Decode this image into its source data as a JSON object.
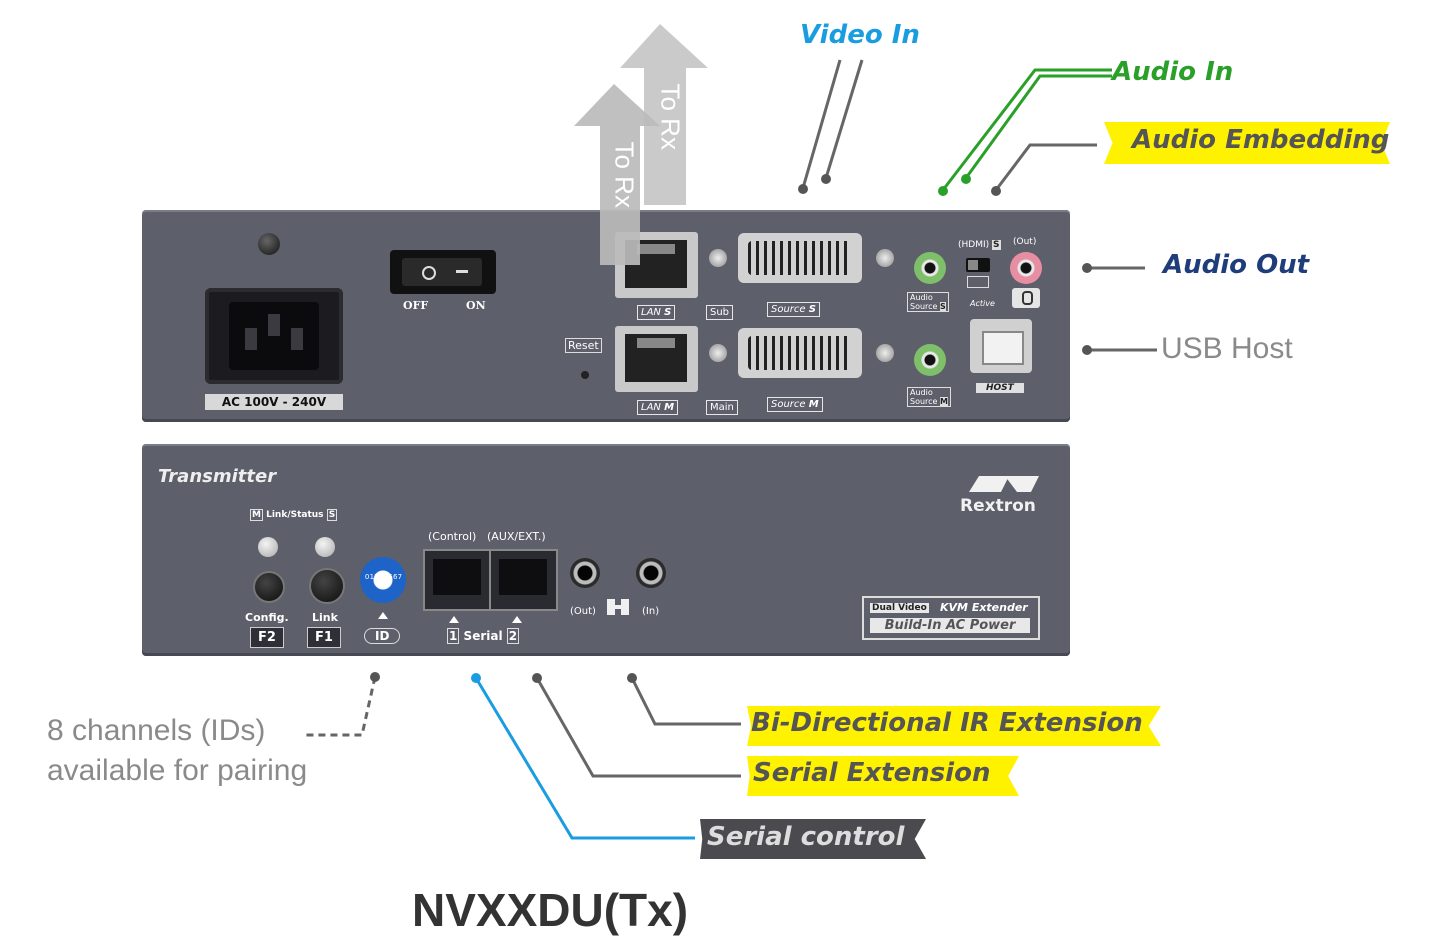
{
  "arrows": {
    "label_1": "To Rx",
    "label_2": "To Rx"
  },
  "rear_panel": {
    "power_switch": {
      "off": "OFF",
      "on": "ON"
    },
    "power_rating": "AC 100V - 240V",
    "reset_label": "Reset",
    "lan_s": "LAN",
    "lan_s_tag": "S",
    "sub_label": "Sub",
    "source_s": "Source",
    "source_s_tag": "S",
    "lan_m": "LAN",
    "lan_m_tag": "M",
    "main_label": "Main",
    "source_m": "Source",
    "source_m_tag": "M",
    "hdmi_label": "(HDMI)",
    "hdmi_tag": "S",
    "out_label": "(Out)",
    "audio_source_s_1": "Audio",
    "audio_source_s_2": "Source",
    "audio_source_s_tag": "S",
    "active_label": "Active",
    "audio_source_m_1": "Audio",
    "audio_source_m_2": "Source",
    "audio_source_m_tag": "M",
    "host_label": "HOST"
  },
  "front_panel": {
    "title": "Transmitter",
    "brand": "Rextron",
    "link_status_m": "M",
    "link_status_label": "Link/Status",
    "link_status_s": "S",
    "config_label": "Config.",
    "link_label": "Link",
    "f2": "F2",
    "f1": "F1",
    "id_label": "ID",
    "dial_digits": "0 1 2 3 4 5 6 7",
    "control_label": "(Control)",
    "aux_label": "(AUX/EXT.)",
    "serial_1": "1",
    "serial_label": "Serial",
    "serial_2": "2",
    "ir_out": "(Out)",
    "ir_in": "(In)",
    "badge_dual": "Dual Video",
    "badge_kvm": "KVM Extender",
    "badge_power": "Build-In AC Power"
  },
  "callouts": {
    "video_in": "Video In",
    "audio_in": "Audio In",
    "audio_embedding": "Audio Embedding",
    "audio_out": "Audio Out",
    "usb_host": "USB Host",
    "channels_1": "8 channels (IDs)",
    "channels_2": "available for pairing",
    "ir_extension": "Bi-Directional IR Extension",
    "serial_extension": "Serial Extension",
    "serial_control": "Serial control"
  },
  "model": "NVXXDU(Tx)",
  "colors": {
    "video_in": "#1a9de0",
    "audio_in": "#2aa02a",
    "audio_out": "#1f3d7a",
    "highlight": "#fff200",
    "panel": "#5d5f6a"
  }
}
